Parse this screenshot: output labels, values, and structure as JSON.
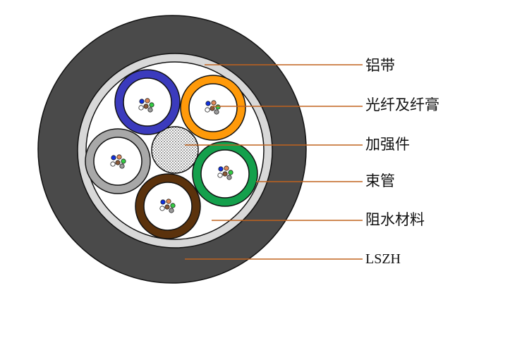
{
  "labels": {
    "aluminum_tape": "铝带",
    "fiber_and_gel": "光纤及纤膏",
    "strength_member": "加强件",
    "loose_tube": "束管",
    "water_blocking": "阻水材料",
    "sheath": "LSZH"
  },
  "colors": {
    "sheath": "#4a4a4a",
    "aluminum_tape": "#d8d8d8",
    "inner_core": "#ffffff",
    "leader_line": "#c0631e",
    "tube_blue": "#3b3bbd",
    "tube_orange": "#ff9a0a",
    "tube_gray": "#a8a8a8",
    "tube_green": "#14a04c",
    "tube_brown": "#5b320c",
    "fiber_blue": "#1030e0",
    "fiber_orange": "#e08a5a",
    "fiber_green": "#33cc44",
    "fiber_brown": "#8a5a3a",
    "fiber_gray": "#9a9a9a",
    "fiber_white": "#ffffff"
  },
  "tubes": [
    "blue",
    "orange",
    "gray",
    "green",
    "brown"
  ]
}
